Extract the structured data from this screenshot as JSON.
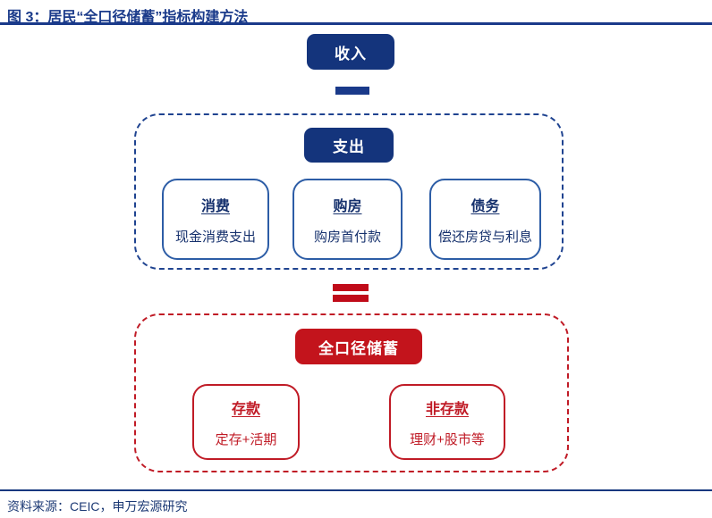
{
  "header": {
    "title": "图 3：居民“全口径储蓄”指标构建方法"
  },
  "diagram": {
    "income": {
      "label": "收入"
    },
    "operators": {
      "minus_icon": "minus",
      "equals_icon": "equals"
    },
    "expense_group": {
      "label": "支出",
      "items": [
        {
          "title": "消费",
          "desc": "现金消费支出"
        },
        {
          "title": "购房",
          "desc": "购房首付款"
        },
        {
          "title": "债务",
          "desc": "偿还房贷与利息"
        }
      ]
    },
    "savings_group": {
      "label": "全口径储蓄",
      "items": [
        {
          "title": "存款",
          "desc": "定存+活期"
        },
        {
          "title": "非存款",
          "desc": "理财+股市等"
        }
      ]
    }
  },
  "footer": {
    "source": "资料来源：CEIC，申万宏源研究"
  },
  "colors": {
    "navy_fill": "#14347c",
    "navy_text": "#1a3a8a",
    "blue_item_border": "#2d5da6",
    "blue_item_text": "#16316d",
    "red_fill": "#c3141c",
    "red_border_text": "#c01b26"
  }
}
